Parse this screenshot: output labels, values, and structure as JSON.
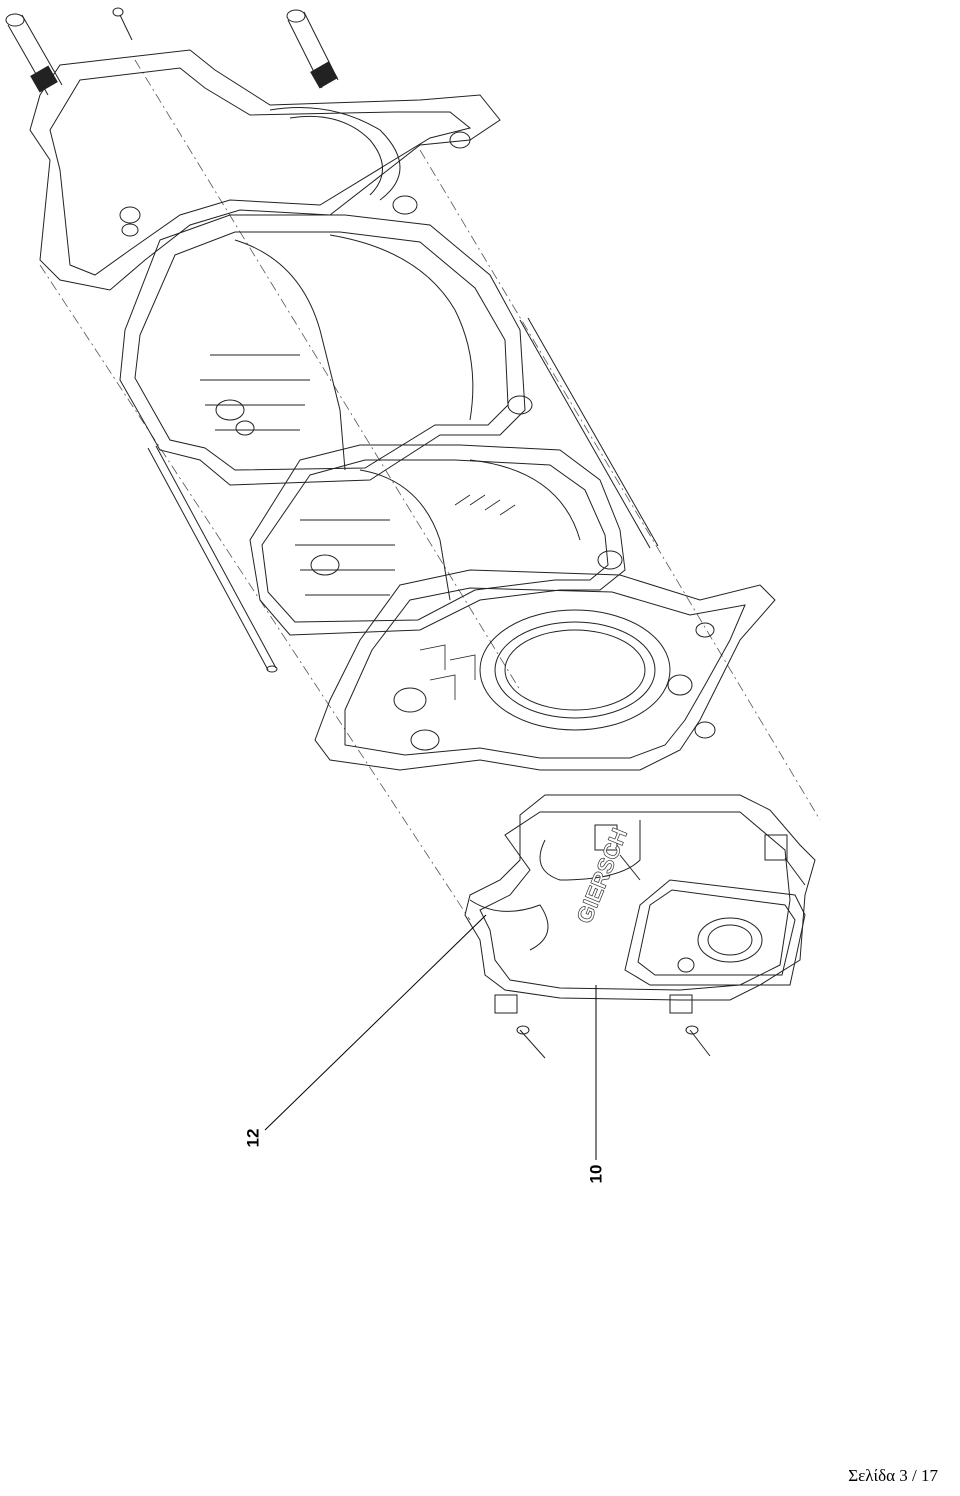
{
  "callouts": {
    "part_12": "12",
    "part_10": "10"
  },
  "footer": {
    "page_label": "Σελίδα 3 / 17"
  },
  "logo_text": "GIERSCH"
}
